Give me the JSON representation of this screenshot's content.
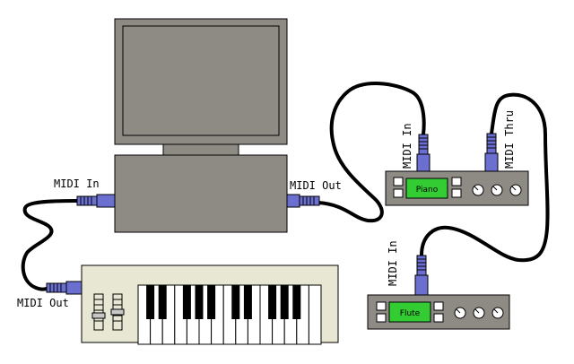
{
  "labels": {
    "computer_midi_in": "MIDI In",
    "computer_midi_out": "MIDI Out",
    "keyboard_midi_out": "MIDI Out",
    "piano_midi_in": "MIDI In",
    "piano_midi_thru": "MIDI Thru",
    "flute_midi_in": "MIDI In"
  },
  "modules": {
    "piano": {
      "display": "Piano"
    },
    "flute": {
      "display": "Flute"
    }
  },
  "colors": {
    "monitor": "#8e8b84",
    "keyboard_body": "#e7e7d4",
    "lcd": "#33cc33",
    "connector": "#6a6fd0",
    "module": "#8e8b84",
    "cable": "#000000"
  },
  "keyboard": {
    "white_keys": 15
  }
}
